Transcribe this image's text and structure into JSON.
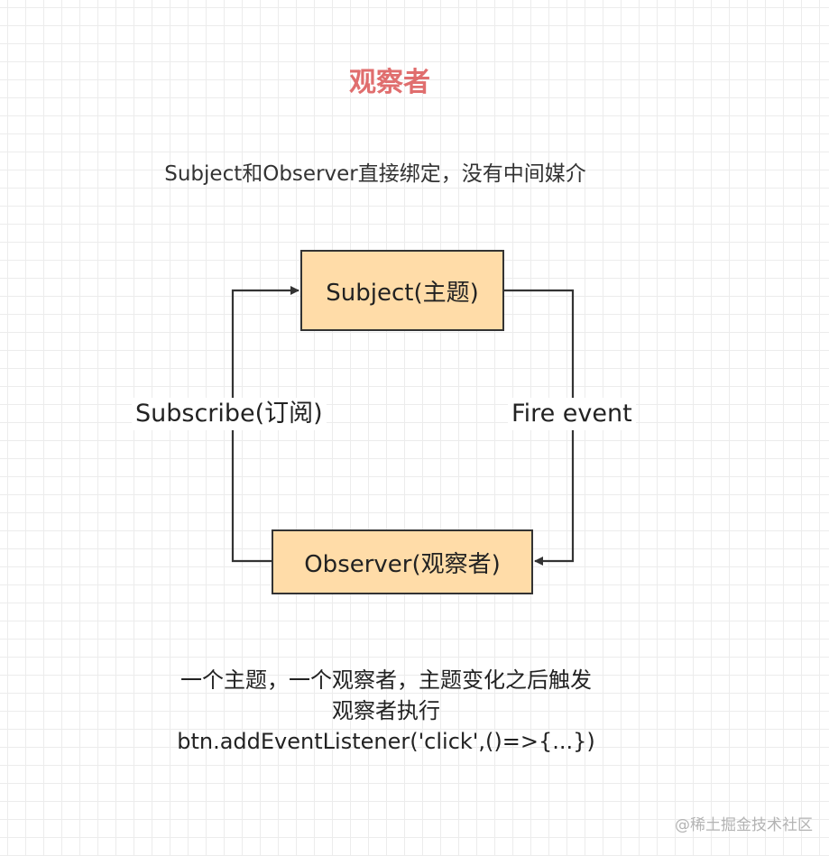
{
  "diagram": {
    "title": "观察者",
    "subtitle": "Subject和Observer直接绑定，没有中间媒介",
    "nodes": {
      "subject": "Subject(主题)",
      "observer": "Observer(观察者)"
    },
    "edges": {
      "subscribe": "Subscribe(订阅)",
      "fire": "Fire event"
    },
    "note": {
      "line1": "一个主题，一个观察者，主题变化之后触发",
      "line2": "观察者执行",
      "line3": "btn.addEventListener('click',()=>{...})"
    },
    "watermark": "@稀土掘金技术社区",
    "colors": {
      "title": "#e06e6e",
      "node_fill": "#ffdca8",
      "stroke": "#333333"
    }
  }
}
